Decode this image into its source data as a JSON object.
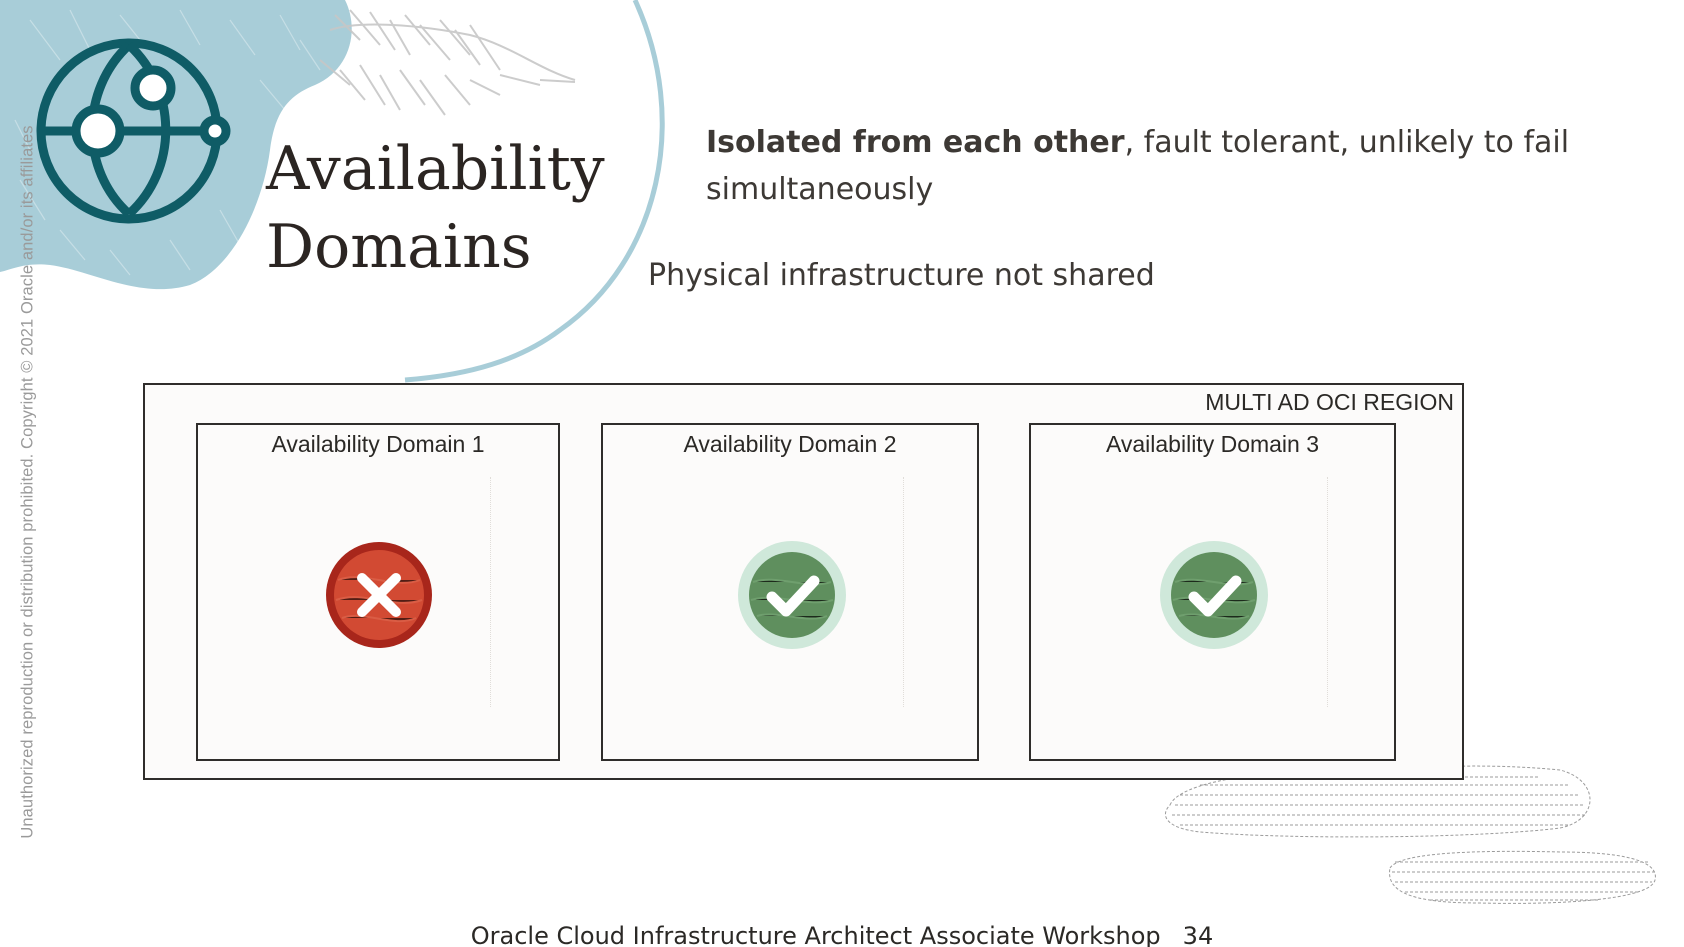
{
  "copyright": "Unauthorized reproduction or distribution prohibited. Copyright © 2021 Oracle and/or its affiliates",
  "title": {
    "line1": "Availability",
    "line2": "Domains"
  },
  "bullets": {
    "first_bold": "Isolated from each other",
    "first_rest": ", fault tolerant, unlikely to fail simultaneously",
    "second": "Physical infrastructure not shared"
  },
  "region": {
    "label": "MULTI AD OCI REGION",
    "domains": [
      {
        "name": "Availability Domain 1",
        "status": "failed",
        "icon": "x-circle-icon"
      },
      {
        "name": "Availability Domain 2",
        "status": "ok",
        "icon": "check-circle-icon"
      },
      {
        "name": "Availability Domain 3",
        "status": "ok",
        "icon": "check-circle-icon"
      }
    ]
  },
  "footer": {
    "text": "Oracle Cloud Infrastructure Architect Associate Workshop",
    "page": "34"
  },
  "colors": {
    "blob_blue": "#a8cdd8",
    "globe_teal": "#0f5c66",
    "fail_red": "#a8261b",
    "ok_green": "#5f8f5e",
    "ok_halo": "#cfe8da"
  }
}
